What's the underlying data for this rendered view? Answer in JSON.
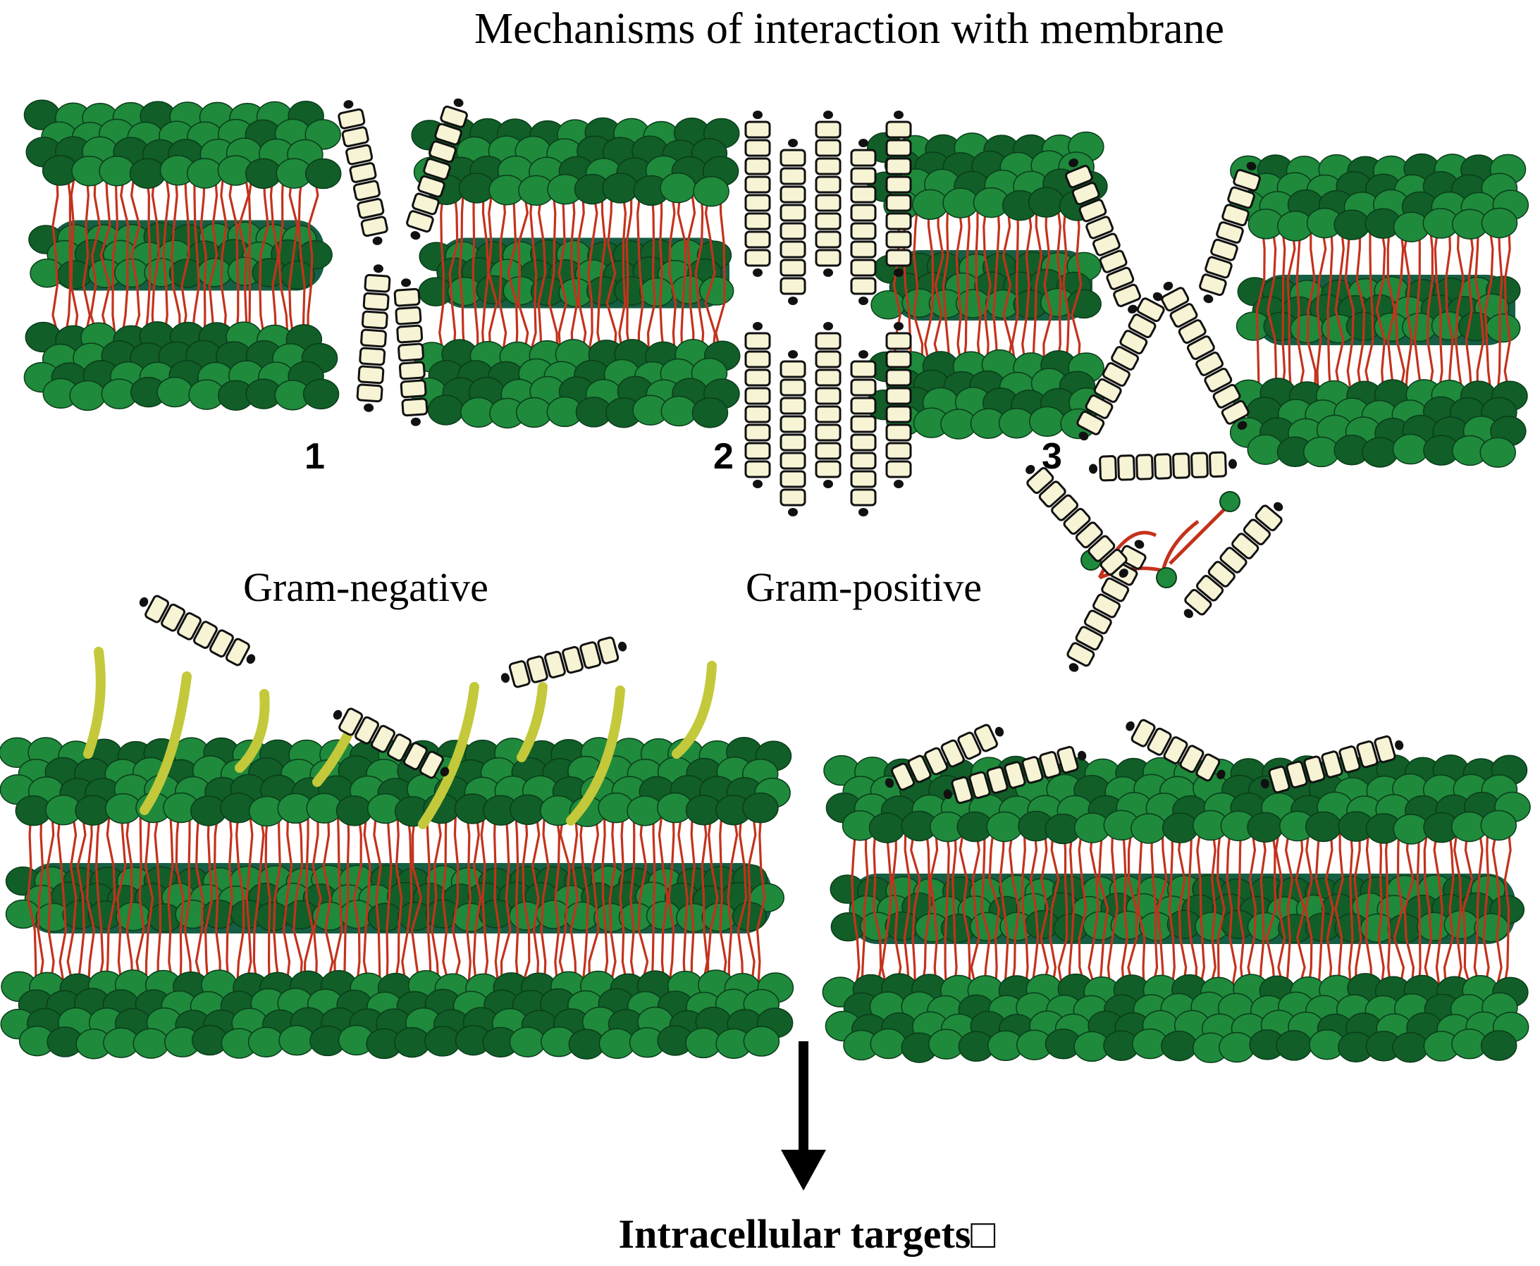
{
  "title": "Mechanisms of interaction with membrane",
  "mechanism_labels": [
    "1",
    "2",
    "3"
  ],
  "membrane_types": {
    "negative": "Gram-negative",
    "positive": "Gram-positive"
  },
  "bottom_label": "Intracellular targets□",
  "colors": {
    "head_light": "#1f8a3c",
    "head_dark": "#115e28",
    "core": "#155f44",
    "tail": "#c4321c",
    "peptide": "#f7f4d6",
    "lps": "#c3c93a"
  }
}
